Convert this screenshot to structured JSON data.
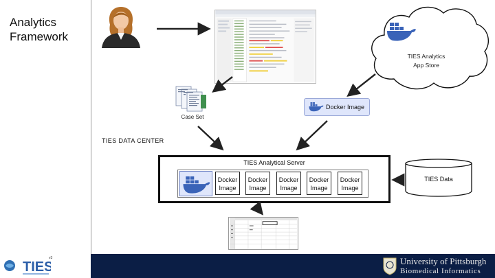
{
  "slide": {
    "title_line1": "Analytics",
    "title_line2": "Framework"
  },
  "app_store": {
    "line1": "TIES Analytics",
    "line2": "App Store"
  },
  "case_set": {
    "label": "Case Set"
  },
  "docker_image_node": {
    "label": "Docker Image"
  },
  "data_center": {
    "label": "TIES DATA CENTER"
  },
  "analytical_server": {
    "label": "TIES Analytical Server",
    "containers": [
      {
        "line1": "Docker",
        "line2": "Image"
      },
      {
        "line1": "Docker",
        "line2": "Image"
      },
      {
        "line1": "Docker",
        "line2": "Image"
      },
      {
        "line1": "Docker",
        "line2": "Image"
      },
      {
        "line1": "Docker",
        "line2": "Image"
      }
    ]
  },
  "database": {
    "label": "TIES Data"
  },
  "footer": {
    "university": "University of Pittsburgh",
    "department": "Biomedical Informatics",
    "ties_logo_text": "TIES",
    "ties_version": "v3"
  },
  "colors": {
    "footer_band": "#0b1e45",
    "docker_fill": "#dfe6fb",
    "docker_blue": "#3a63b8",
    "user_hair": "#b5702a"
  },
  "icons": [
    "user-avatar-icon",
    "docker-whale-icon",
    "document-stack-icon",
    "database-icon",
    "cloud-icon",
    "university-seal-icon",
    "globe-icon"
  ]
}
